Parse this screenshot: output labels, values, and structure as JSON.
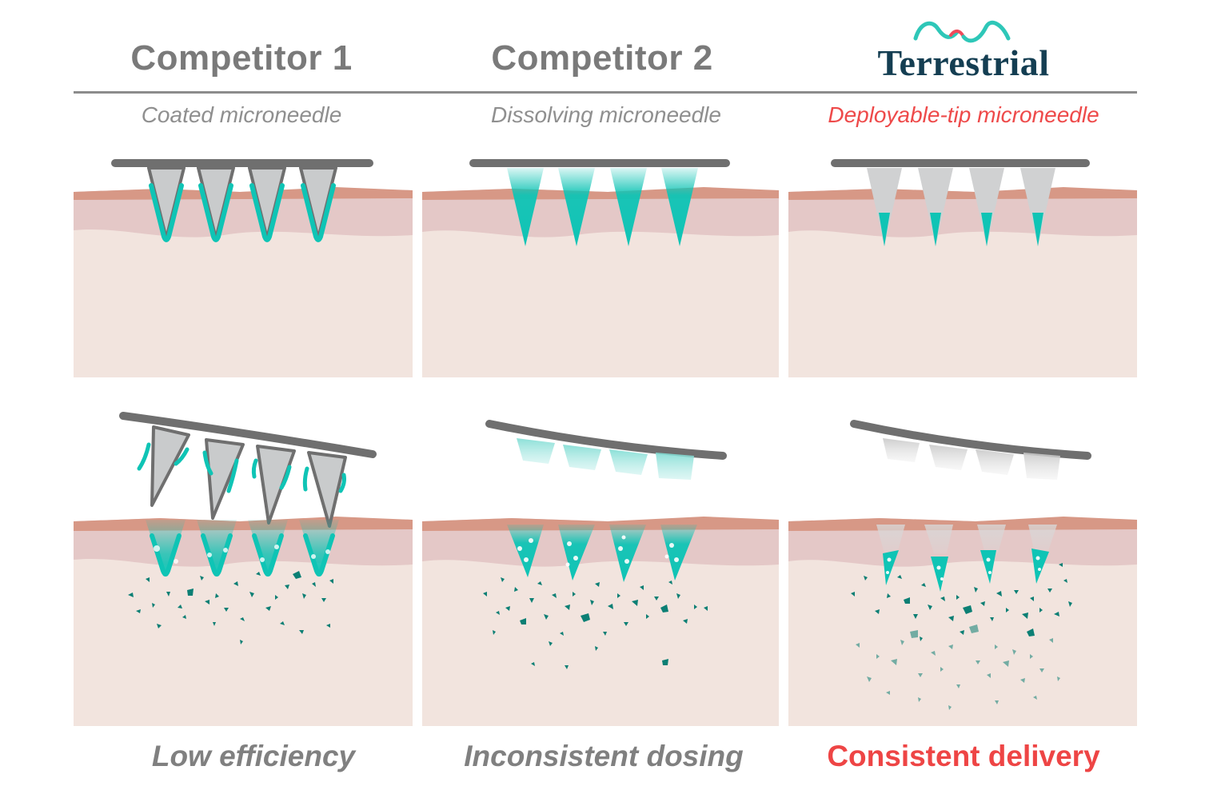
{
  "header": {
    "competitor1": "Competitor 1",
    "competitor2": "Competitor 2",
    "brand": "Terrestrial"
  },
  "subtitles": {
    "col1": "Coated microneedle",
    "col2": "Dissolving microneedle",
    "col3": "Deployable-tip microneedle"
  },
  "outcomes": {
    "col1": "Low efficiency",
    "col2": "Inconsistent dosing",
    "col3": "Consistent delivery"
  },
  "colors": {
    "heading_gray": "#7a7a7a",
    "accent_red": "#ee4545",
    "drug_teal": "#0fc4b5",
    "particle_teal": "#0c7f74",
    "needle_gray": "#c9cbcc",
    "backing_gray": "#6f6f6f",
    "skin_base": "#f2e4de",
    "skin_layer": "#e3c7c6",
    "skin_surface": "#d49080",
    "brand_navy": "#143e52",
    "brand_teal": "#2ec7b8"
  },
  "icons": [
    "terrestrial-logo-wave-icon"
  ]
}
